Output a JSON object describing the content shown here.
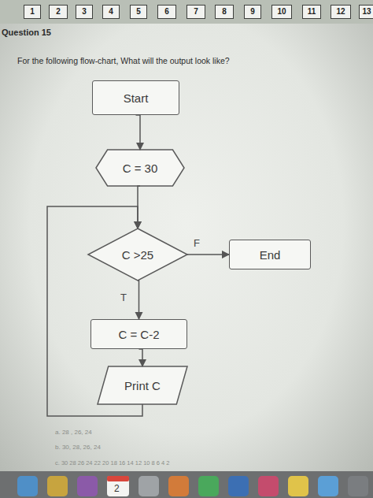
{
  "diagram": {
    "title": "Question 15",
    "nodes": [
      {
        "text": [
          "Start"
        ]
      },
      {
        "text": [
          "C = 30"
        ]
      },
      {
        "text": [
          "C >25"
        ]
      },
      {
        "text": [
          "End"
        ]
      },
      {
        "text": [
          "C = C-2"
        ]
      },
      {
        "text": [
          "Print C"
        ]
      }
    ],
    "edges": [
      {
        "from": 0,
        "to": 1,
        "arrow": "to"
      },
      {
        "from": 1,
        "to": 2,
        "arrow": "to"
      },
      {
        "from": 2,
        "to": 3,
        "label": "F",
        "arrow": "to"
      },
      {
        "from": 2,
        "to": 4,
        "label": "T",
        "arrow": "to"
      },
      {
        "from": 4,
        "to": 5,
        "arrow": "to"
      },
      {
        "from": 5,
        "to": 2,
        "arrow": "to"
      }
    ],
    "labels": [
      "1",
      "2",
      "3",
      "4",
      "5",
      "6",
      "7",
      "8",
      "9",
      "10",
      "11",
      "12",
      "13",
      "For the following flow-chart, What will the output look like?",
      "a. 28 , 26, 24",
      "b. 30, 28, 26, 24",
      "c. 30 28 26 24 22 20 18 16 14 12 10 8 6 4 2",
      "2"
    ]
  }
}
